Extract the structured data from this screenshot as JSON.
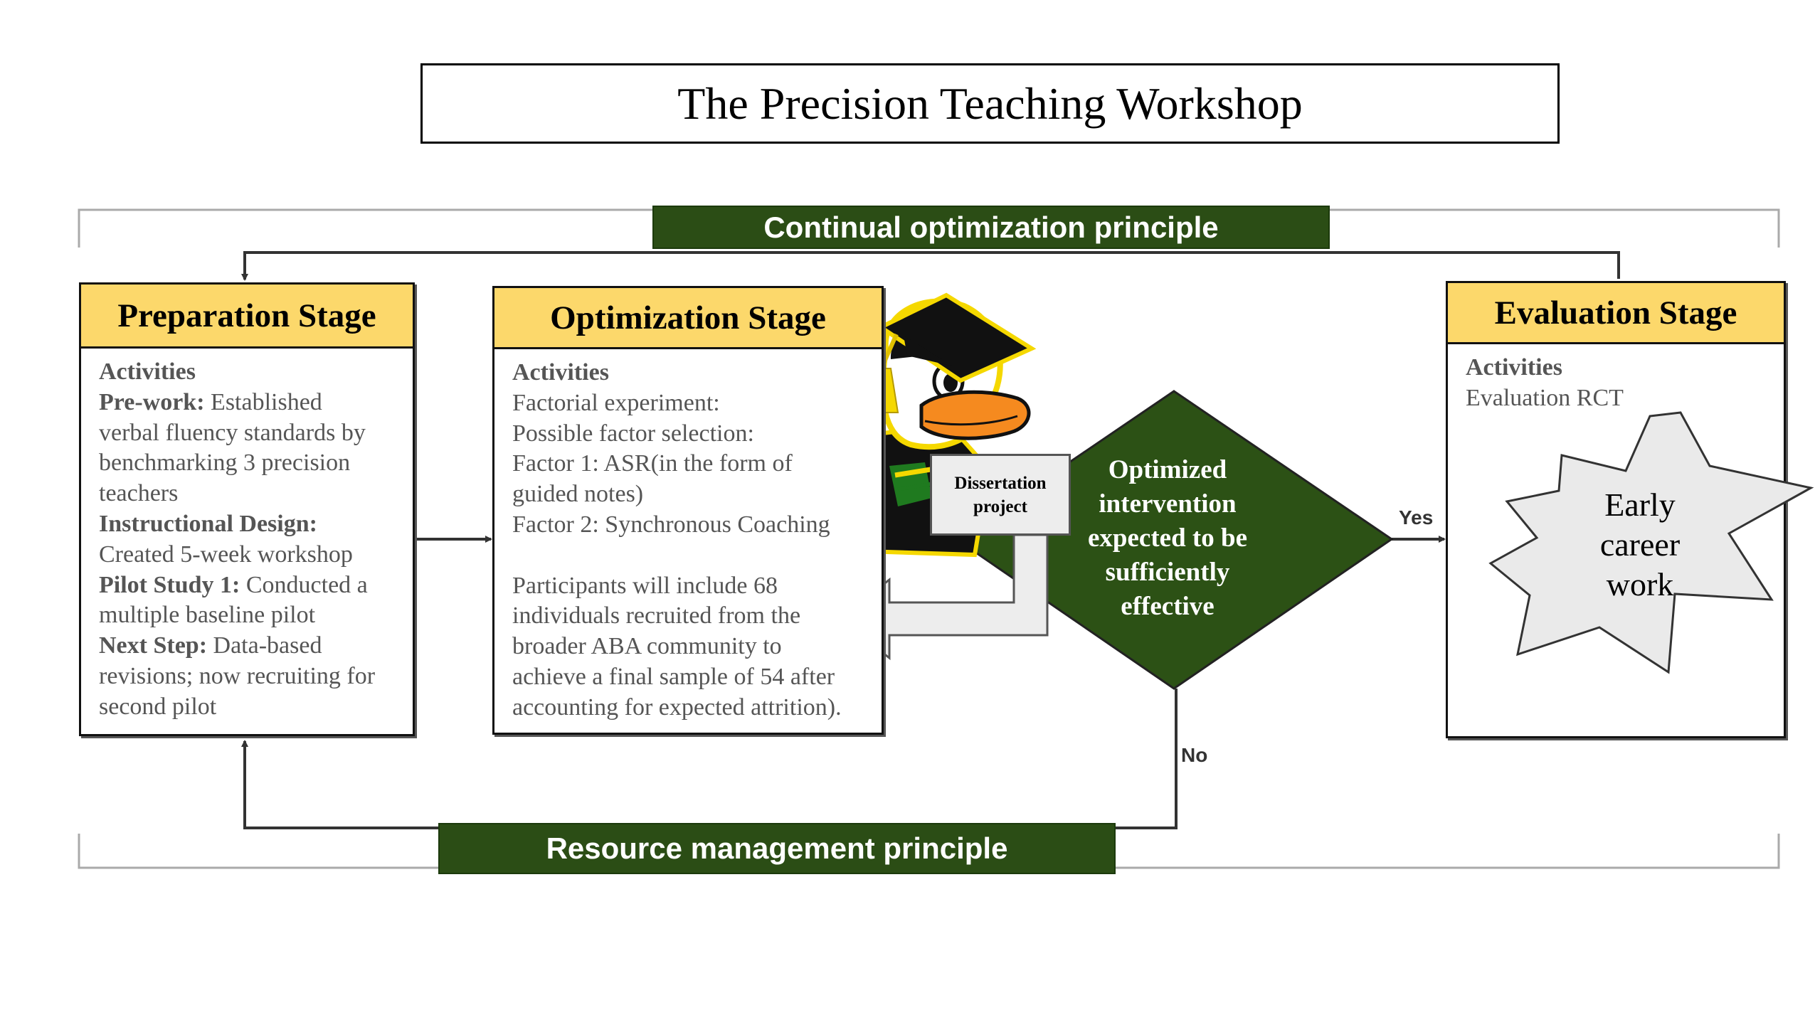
{
  "title": "The Precision Teaching Workshop",
  "principles": {
    "top": "Continual optimization principle",
    "bottom": "Resource management principle"
  },
  "preparation": {
    "header": "Preparation Stage",
    "activities_label": "Activities",
    "prework_label": "Pre-work:",
    "prework_line1": "Established",
    "prework_line2": "verbal fluency standards by",
    "prework_line3": "benchmarking 3 precision",
    "prework_line4": "teachers",
    "design_label": "Instructional Design:",
    "design_line1": "Created 5-week workshop",
    "pilot_label": "Pilot Study 1:",
    "pilot_line1": "Conducted a",
    "pilot_line2": "multiple baseline pilot",
    "next_label": "Next Step:",
    "next_line1": "Data-based",
    "next_line2": "revisions; now recruiting for",
    "next_line3": "second pilot"
  },
  "optimization": {
    "header": "Optimization Stage",
    "activities_label": "Activities",
    "lines": [
      "Factorial experiment:",
      "Possible factor selection:",
      "Factor 1: ASR(in the form of",
      "guided notes)",
      "Factor 2: Synchronous Coaching"
    ],
    "participants_lines": [
      "Participants will include 68",
      "individuals recruited from the",
      "broader ABA community to",
      "achieve a final sample of 54 after",
      "accounting for expected attrition)."
    ]
  },
  "evaluation": {
    "header": "Evaluation Stage",
    "activities_label": "Activities",
    "line1": "Evaluation RCT"
  },
  "decision": {
    "lines": [
      "Optimized",
      "intervention",
      "expected to be",
      "sufficiently",
      "effective"
    ],
    "yes": "Yes",
    "no": "No"
  },
  "dissertation": {
    "line1": "Dissertation",
    "line2": "project"
  },
  "burst": {
    "lines": [
      "Early",
      "career",
      "work"
    ]
  },
  "mascot": {
    "icon": "duck-graduate-mascot-icon"
  },
  "colors": {
    "banner_green": "#2b4d15",
    "diamond_green": "#2c5115",
    "header_yellow": "#fcd86b",
    "mascot_yellow": "#f5d800",
    "mascot_green": "#1f7a1f"
  }
}
